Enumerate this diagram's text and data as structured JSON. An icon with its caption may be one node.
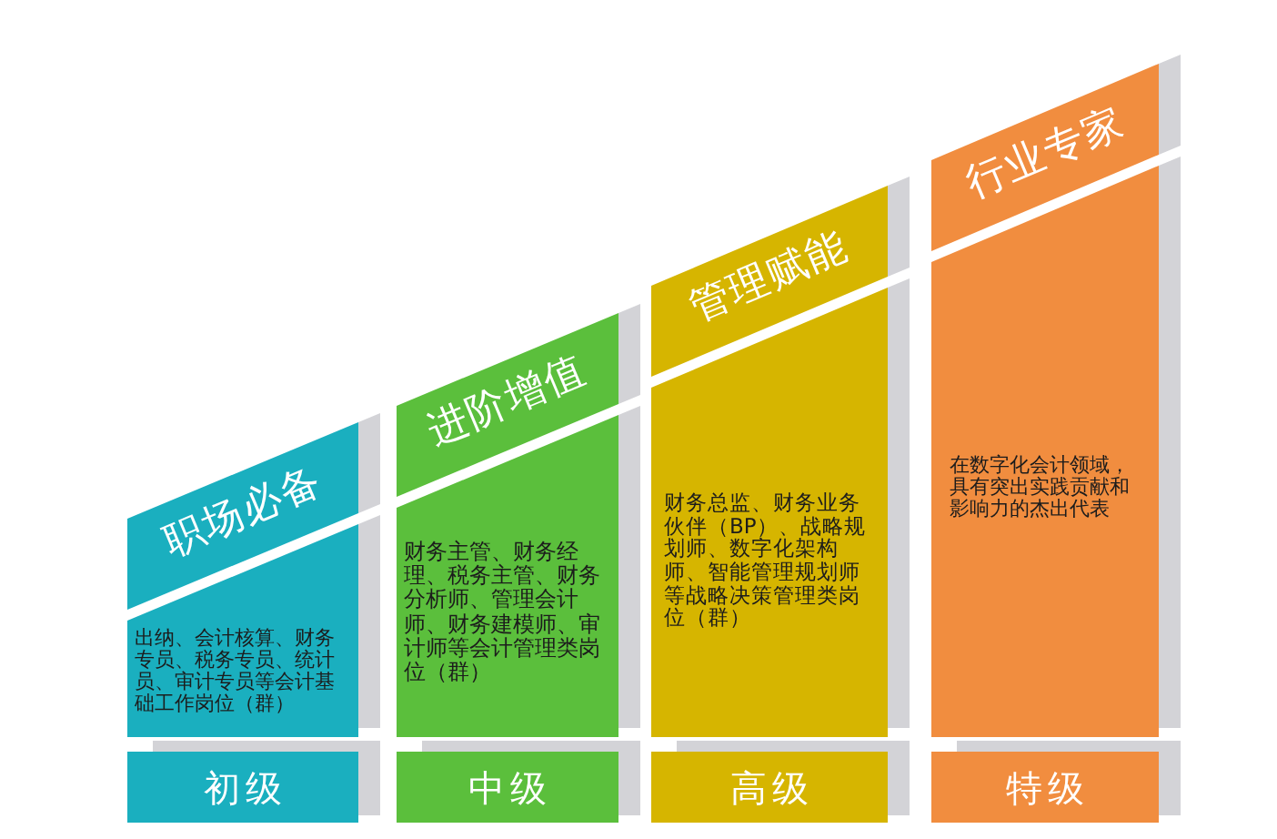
{
  "diagram": {
    "nodes": [
      {
        "text": [
          "职场必备"
        ]
      },
      {
        "text": [
          "出纳、会计核算、财务专员、税务专员、统计员、审计专员等会计基础工作岗位（群）"
        ]
      },
      {
        "text": [
          "初级"
        ]
      },
      {
        "text": [
          "进阶增值"
        ]
      },
      {
        "text": [
          "财务主管、财务经理、税务主管、财务分析师、管理会计师、财务建模师、审计师等会计管理类岗位（群）"
        ]
      },
      {
        "text": [
          "中级"
        ]
      },
      {
        "text": [
          "管理赋能"
        ]
      },
      {
        "text": [
          "财务总监、财务业务伙伴（BP）、战略规划师、数字化架构师、智能管理规划师等战略决策管理类岗位（群）"
        ]
      },
      {
        "text": [
          "高级"
        ]
      },
      {
        "text": [
          "行业专家"
        ]
      },
      {
        "text": [
          "在数字化会计领域，具有突出实践贡献和影响力的杰出代表"
        ]
      },
      {
        "text": [
          "特级"
        ]
      }
    ]
  }
}
